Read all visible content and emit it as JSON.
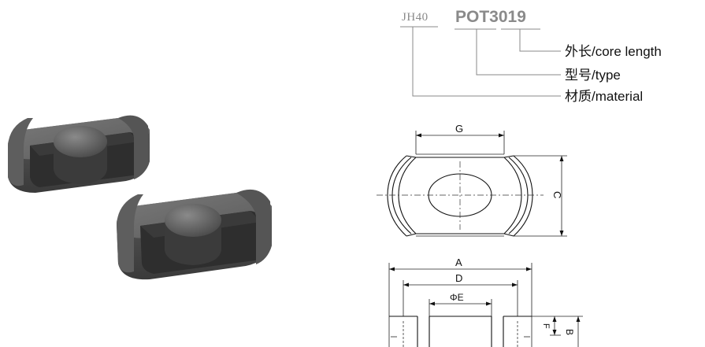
{
  "code_diagram": {
    "material_code": "JH40",
    "core_code": "POT3019",
    "legend": {
      "core_length": "外长/core length",
      "type": "型号/type",
      "material": "材质/material"
    }
  },
  "top_view": {
    "dim_g": "G",
    "dim_c": "C"
  },
  "side_view": {
    "dim_a": "A",
    "dim_d": "D",
    "dim_e": "ΦE",
    "dim_f": "F",
    "dim_b": "B"
  },
  "colors": {
    "core_light": "#6d6d6d",
    "core_mid": "#4f4f4f",
    "core_dark": "#333333",
    "code_grey": "#8a8a8a",
    "ink": "#111111"
  }
}
